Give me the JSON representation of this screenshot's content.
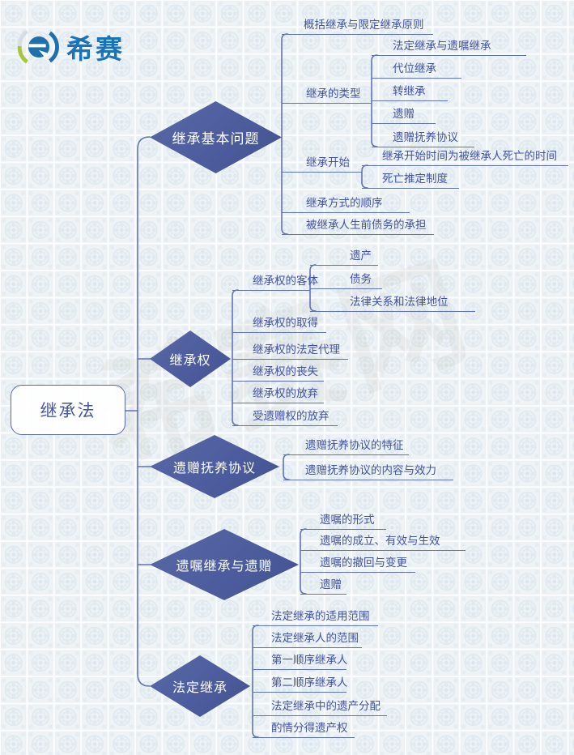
{
  "logo": {
    "brand_text": "希赛",
    "icon": "xisai-e-icon",
    "brand_blue": "#1a73b9",
    "brand_green": "#a6c63c"
  },
  "watermark": "希赛网",
  "colors": {
    "diamond_fill": "#4c5c9d",
    "connector_line": "#6273b2",
    "topic_text": "#4152a3",
    "root_text": "#47569b",
    "background_tile": "#eef3f6"
  },
  "root": {
    "label": "继承法"
  },
  "branches": [
    {
      "label": "继承基本问题",
      "children": [
        {
          "label": "概括继承与限定继承原则"
        },
        {
          "label": "继承的类型",
          "children": [
            {
              "label": "法定继承与遗嘱继承"
            },
            {
              "label": "代位继承"
            },
            {
              "label": "转继承"
            },
            {
              "label": "遗赠"
            },
            {
              "label": "遗赠抚养协议"
            }
          ]
        },
        {
          "label": "继承开始",
          "children": [
            {
              "label": "继承开始时间为被继承人死亡的时间"
            },
            {
              "label": "死亡推定制度"
            }
          ]
        },
        {
          "label": "继承方式的顺序"
        },
        {
          "label": "被继承人生前债务的承担"
        }
      ]
    },
    {
      "label": "继承权",
      "children": [
        {
          "label": "继承权的客体",
          "children": [
            {
              "label": "遗产"
            },
            {
              "label": "债务"
            },
            {
              "label": "法律关系和法律地位"
            }
          ]
        },
        {
          "label": "继承权的取得"
        },
        {
          "label": "继承权的法定代理"
        },
        {
          "label": "继承权的丧失"
        },
        {
          "label": "继承权的放弃"
        },
        {
          "label": "受遗赠权的放弃"
        }
      ]
    },
    {
      "label": "遗赠抚养协议",
      "children": [
        {
          "label": "遗赠抚养协议的特征"
        },
        {
          "label": "遗赠抚养协议的内容与效力"
        }
      ]
    },
    {
      "label": "遗嘱继承与遗赠",
      "children": [
        {
          "label": "遗嘱的形式"
        },
        {
          "label": "遗嘱的成立、有效与生效"
        },
        {
          "label": "遗嘱的撤回与变更"
        },
        {
          "label": "遗赠"
        }
      ]
    },
    {
      "label": "法定继承",
      "children": [
        {
          "label": "法定继承的适用范围"
        },
        {
          "label": "法定继承人的范围"
        },
        {
          "label": "第一顺序继承人"
        },
        {
          "label": "第二顺序继承人"
        },
        {
          "label": "法定继承中的遗产分配"
        },
        {
          "label": "酌情分得遗产权"
        }
      ]
    }
  ]
}
